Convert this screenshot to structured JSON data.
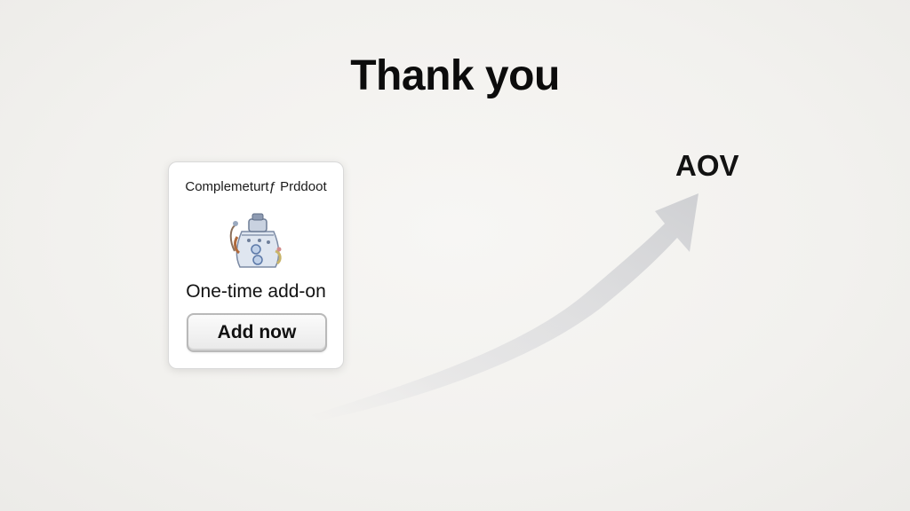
{
  "header": {
    "title": "Thank you"
  },
  "metric": {
    "label": "AOV"
  },
  "offer_card": {
    "title": "Complemeturtƒ Prddoot",
    "image_icon": "kettle-product-icon",
    "subtitle": "One-time add-on",
    "button_label": "Add now"
  },
  "colors": {
    "background": "#f2f1ee",
    "arrow": "#d2d3d6",
    "card_border": "#d9d9d9",
    "button_border": "#b9b9b9"
  }
}
